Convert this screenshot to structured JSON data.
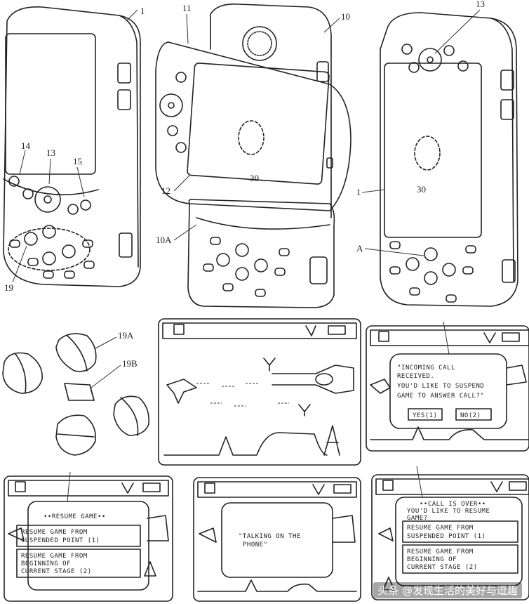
{
  "figure": {
    "ref_labels": {
      "device_left": "1",
      "slider": "11",
      "device_mid": "10",
      "ref_13_top": "13",
      "ref_14": "14",
      "ref_13": "13",
      "ref_15": "15",
      "ref_12": "12",
      "ref_10A": "10A",
      "ref_30_mid": "30",
      "ref_30_right": "30",
      "ref_1_right": "1",
      "ref_A": "A",
      "ref_19": "19",
      "ref_19A": "19A",
      "ref_19B": "19B"
    },
    "screens": {
      "incoming": {
        "line1": "\"INCOMING CALL",
        "line2": "RECEIVED.",
        "line3": "YOU'D LIKE TO SUSPEND",
        "line4": "GAME TO ANSWER CALL?\"",
        "yes": "YES(1)",
        "no": "NO(2)"
      },
      "resume": {
        "title": "••RESUME GAME••",
        "opt1_line1": "RESUME GAME FROM",
        "opt1_line2": "SUSPENDED POINT (1)",
        "opt2_line1": "RESUME GAME FROM",
        "opt2_line2": "BEGINNING OF",
        "opt2_line3": "CURRENT STAGE (2)"
      },
      "talking": {
        "line1": "\"TALKING ON THE",
        "line2": "PHONE\""
      },
      "callover": {
        "line1": "••CALL IS OVER••",
        "line2": "YOU'D LIKE TO RESUME",
        "line3": "GAME?",
        "opt1_line1": "RESUME GAME FROM",
        "opt1_line2": "SUSPENDED POINT (1)",
        "opt2_line1": "RESUME GAME FROM",
        "opt2_line2": "BEGINNING OF",
        "opt2_line3": "CURRENT STAGE (2)"
      }
    }
  },
  "watermark": "头条 @发现生活的美好与逗趣"
}
